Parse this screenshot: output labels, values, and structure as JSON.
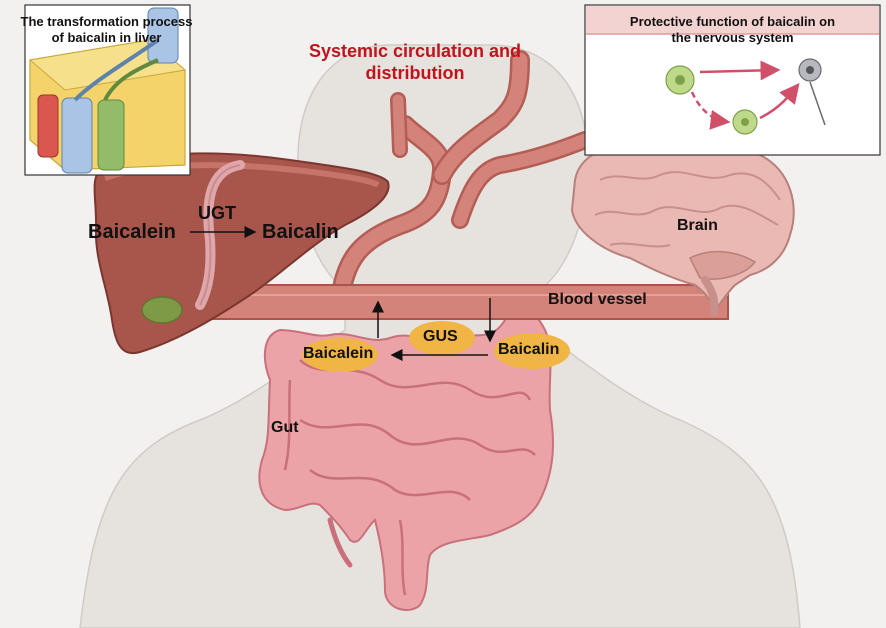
{
  "title": {
    "line1": "Systemic circulation and",
    "line2": "distribution"
  },
  "liver_inset": {
    "title_line1": "The transformation process",
    "title_line2": "of baicalin in liver"
  },
  "brain_inset": {
    "title_line1": "Protective function of baicalin on",
    "title_line2": "the nervous system"
  },
  "liver": {
    "enzyme": "UGT",
    "substrate": "Baicalein",
    "product": "Baicalin"
  },
  "brain": {
    "label": "Brain"
  },
  "vessel": {
    "label": "Blood vessel"
  },
  "gut": {
    "label": "Gut",
    "enzyme": "GUS",
    "substrate": "Baicalin",
    "product": "Baicalein"
  },
  "colors": {
    "title_red": "#c0141c",
    "vessel": "#d4837a",
    "liver": "#a8554b",
    "gut": "#eca3a8",
    "ellipse": "#f0b545",
    "brain": "#eab9b3"
  }
}
